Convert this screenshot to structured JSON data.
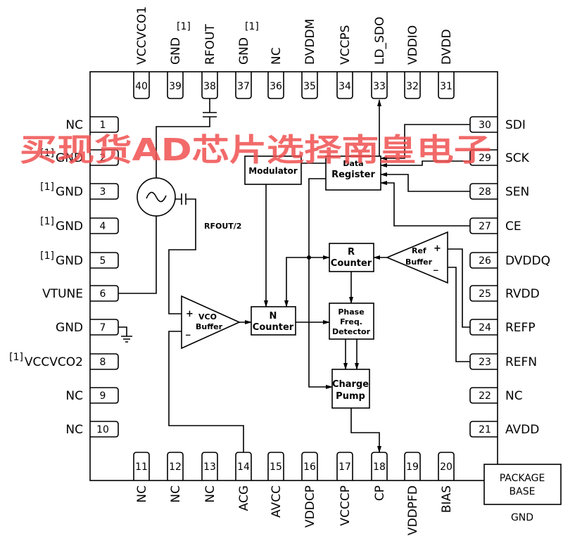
{
  "pins": {
    "top": [
      {
        "num": "40",
        "name": "VCCVCO1",
        "note": ""
      },
      {
        "num": "39",
        "name": "GND",
        "note": "[1]"
      },
      {
        "num": "38",
        "name": "RFOUT",
        "note": ""
      },
      {
        "num": "37",
        "name": "GND",
        "note": "[1]"
      },
      {
        "num": "36",
        "name": "NC",
        "note": ""
      },
      {
        "num": "35",
        "name": "DVDDM",
        "note": ""
      },
      {
        "num": "34",
        "name": "VCCPS",
        "note": ""
      },
      {
        "num": "33",
        "name": "LD_SDO",
        "note": ""
      },
      {
        "num": "32",
        "name": "VDDIO",
        "note": ""
      },
      {
        "num": "31",
        "name": "DVDD",
        "note": ""
      }
    ],
    "left": [
      {
        "num": "1",
        "name": "NC",
        "note": ""
      },
      {
        "num": "2",
        "name": "GND",
        "note": "[1]"
      },
      {
        "num": "3",
        "name": "GND",
        "note": "[1]"
      },
      {
        "num": "4",
        "name": "GND",
        "note": "[1]"
      },
      {
        "num": "5",
        "name": "GND",
        "note": "[1]"
      },
      {
        "num": "6",
        "name": "VTUNE",
        "note": ""
      },
      {
        "num": "7",
        "name": "GND",
        "note": ""
      },
      {
        "num": "8",
        "name": "VCCVCO2",
        "note": "[1]"
      },
      {
        "num": "9",
        "name": "NC",
        "note": ""
      },
      {
        "num": "10",
        "name": "NC",
        "note": ""
      }
    ],
    "right": [
      {
        "num": "30",
        "name": "SDI"
      },
      {
        "num": "29",
        "name": "SCK"
      },
      {
        "num": "28",
        "name": "SEN"
      },
      {
        "num": "27",
        "name": "CE"
      },
      {
        "num": "26",
        "name": "DVDDQ"
      },
      {
        "num": "25",
        "name": "RVDD"
      },
      {
        "num": "24",
        "name": "REFP"
      },
      {
        "num": "23",
        "name": "REFN"
      },
      {
        "num": "22",
        "name": "NC"
      },
      {
        "num": "21",
        "name": "AVDD"
      }
    ],
    "bottom": [
      {
        "num": "11",
        "name": "NC"
      },
      {
        "num": "12",
        "name": "NC"
      },
      {
        "num": "13",
        "name": "NC"
      },
      {
        "num": "14",
        "name": "ACG"
      },
      {
        "num": "15",
        "name": "AVCC"
      },
      {
        "num": "16",
        "name": "VDDCP"
      },
      {
        "num": "17",
        "name": "VCCCP"
      },
      {
        "num": "18",
        "name": "CP"
      },
      {
        "num": "19",
        "name": "VDDPFD"
      },
      {
        "num": "20",
        "name": "BIAS"
      }
    ]
  },
  "blocks": {
    "modulator": "Modulator",
    "data_register": [
      "Data",
      "Register"
    ],
    "r_counter": [
      "R",
      "Counter"
    ],
    "ref_buffer": [
      "Ref",
      "Buffer"
    ],
    "vco_buffer": [
      "VCO",
      "Buffer"
    ],
    "n_counter": [
      "N",
      "Counter"
    ],
    "pfd": [
      "Phase",
      "Freq.",
      "Detector"
    ],
    "charge_pump": [
      "Charge",
      "Pump"
    ],
    "rfout2": "RFOUT/2",
    "plus": "+",
    "minus": "_"
  },
  "package": {
    "label": [
      "PACKAGE",
      "BASE"
    ],
    "gnd": "GND"
  },
  "watermark": "买现货AD芯片选择南皇电子",
  "colors": {
    "watermark": "#f05050",
    "line": "#000000"
  }
}
